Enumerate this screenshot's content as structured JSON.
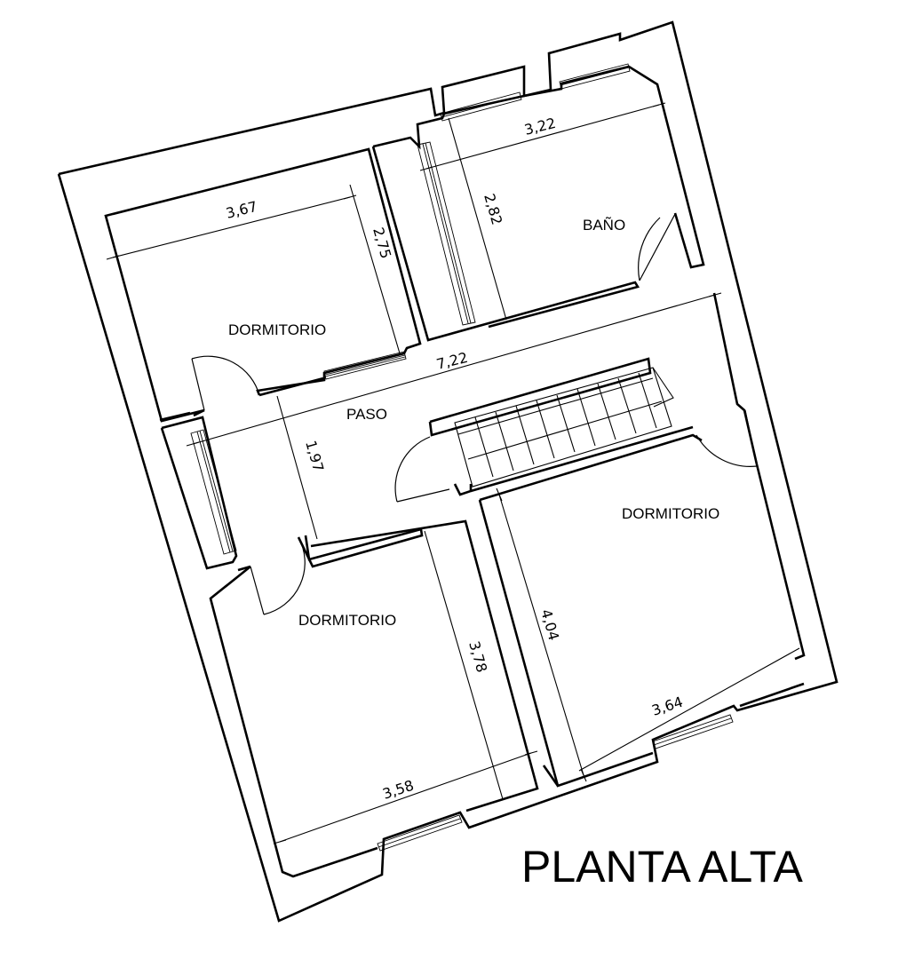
{
  "plan": {
    "title": "PLANTA ALTA",
    "rooms": {
      "bedroom_1": "DORMITORIO",
      "bathroom": "BAÑO",
      "hallway": "PASO",
      "bedroom_2": "DORMITORIO",
      "bedroom_3": "DORMITORIO"
    },
    "dimensions": {
      "bedroom_1_width": "3,67",
      "bedroom_1_depth": "2,75",
      "bathroom_width": "3,22",
      "bathroom_depth": "2,82",
      "hallway_length": "7,22",
      "hallway_width": "1,97",
      "bedroom_2_depth": "4,04",
      "bedroom_2_width": "3,64",
      "bedroom_3_depth": "3,78",
      "bedroom_3_width": "3,58"
    }
  }
}
